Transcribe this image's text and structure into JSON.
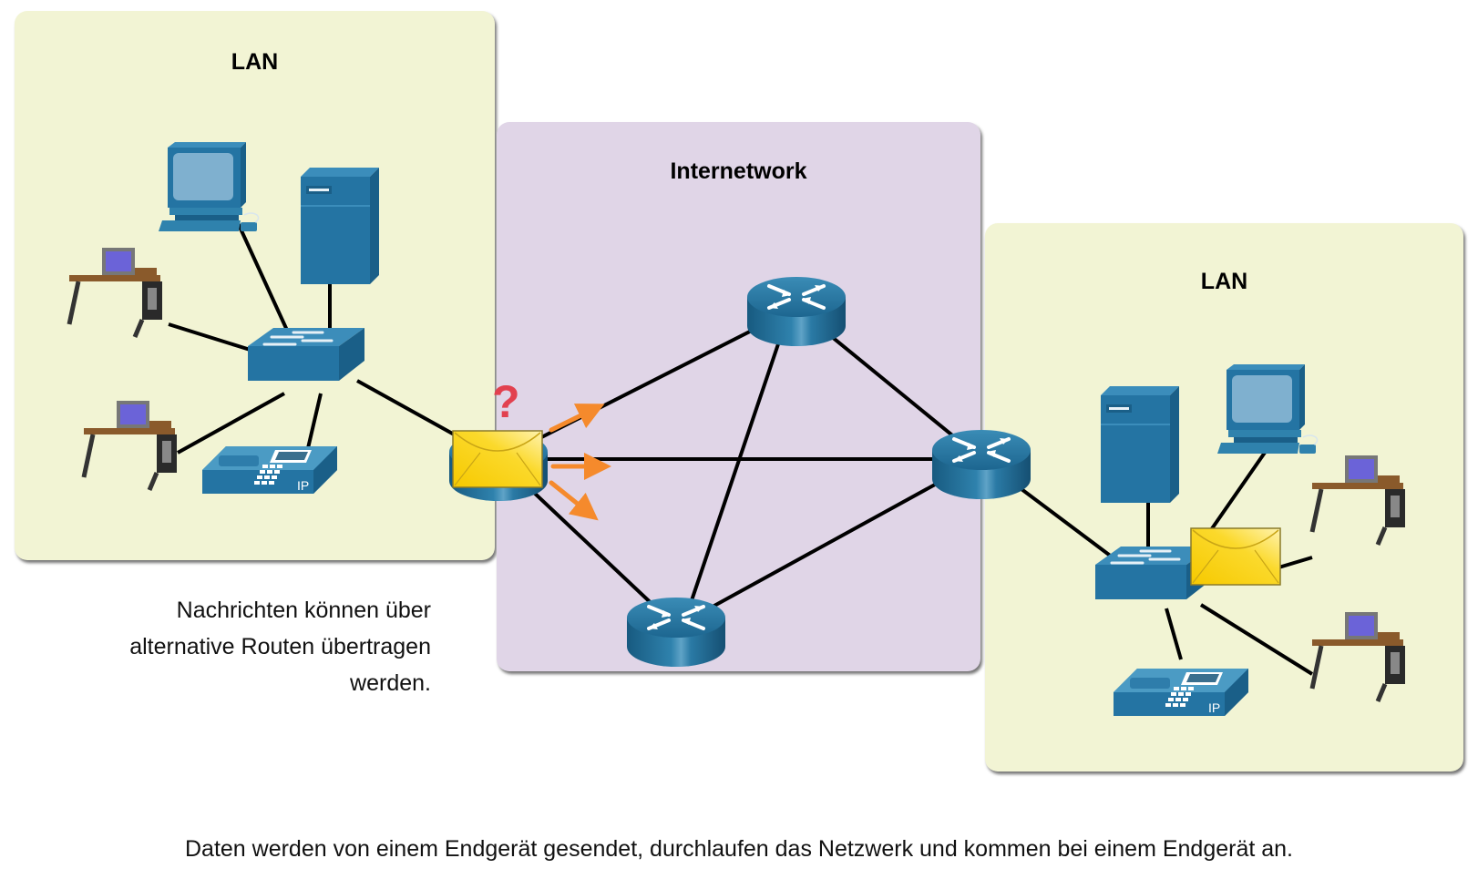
{
  "zones": {
    "left_lan": {
      "title": "LAN"
    },
    "internetwork": {
      "title": "Internetwork"
    },
    "right_lan": {
      "title": "LAN"
    }
  },
  "note": "Nachrichten können über alternative Routen übertragen werden.",
  "caption": "Daten werden von einem Endgerät gesendet, durchlaufen das Netzwerk und kommen bei einem Endgerät an.",
  "devices": {
    "left_lan": [
      "desktop-pc",
      "server",
      "user-workstation",
      "user-workstation",
      "switch",
      "ip-phone"
    ],
    "internetwork": [
      "router-edge-left",
      "router-top",
      "router-bottom",
      "router-edge-right"
    ],
    "right_lan": [
      "server",
      "desktop-pc",
      "switch",
      "ip-phone",
      "user-workstation",
      "user-workstation"
    ]
  },
  "ip_phone_label": "IP",
  "message": {
    "status_symbol": "?",
    "alternate_routes": 3
  },
  "colors": {
    "lan_bg": "#f2f4d4",
    "internetwork_bg": "#e0d5e7",
    "device_blue": "#2474a3",
    "envelope_yellow": "#f9d51a",
    "arrow_orange": "#f58a2c",
    "question_red": "#e2414f"
  }
}
